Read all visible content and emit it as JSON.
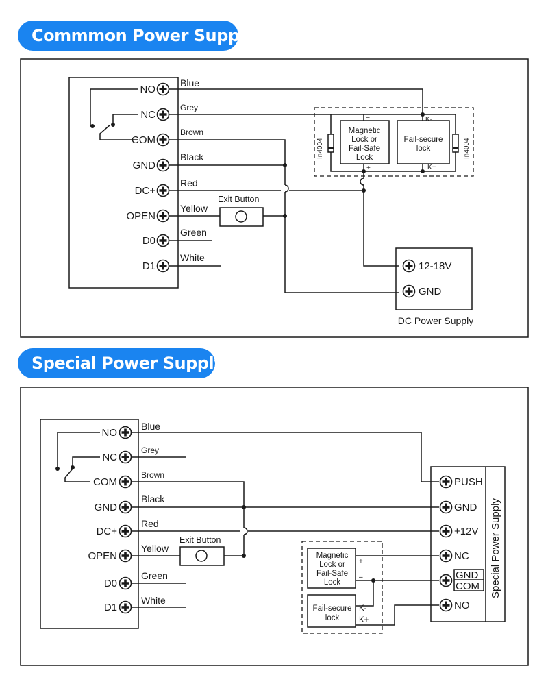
{
  "sections": {
    "common_title": "Commmon Power Supply",
    "special_title": "Special Power Supply"
  },
  "terminals": [
    "NO",
    "NC",
    "COM",
    "GND",
    "DC+",
    "OPEN",
    "D0",
    "D1"
  ],
  "wires": [
    "Blue",
    "Grey",
    "Brown",
    "Black",
    "Red",
    "Yellow",
    "Green",
    "White"
  ],
  "exit_button": "Exit Button",
  "diode": "In4004",
  "magnetic_lock": [
    "Magnetic",
    "Lock or",
    "Fail-Safe",
    "Lock"
  ],
  "fail_secure_1": [
    "Fail-secure",
    "lock"
  ],
  "fail_secure_2": [
    "Fail-secure",
    "lock"
  ],
  "polarity": {
    "minus": "–",
    "plus": "+",
    "k_minus": "K-",
    "k_plus": "K+"
  },
  "dc_supply": {
    "v_label": "12-18V",
    "gnd_label": "GND",
    "name": "DC Power Supply"
  },
  "special_supply": {
    "name": "Special Power Supply",
    "push": "PUSH",
    "gnd": "GND",
    "v12": "+12V",
    "nc": "NC",
    "gnd2": "GND",
    "com": "COM",
    "no": "NO"
  },
  "icon": "terminal-screw-icon"
}
